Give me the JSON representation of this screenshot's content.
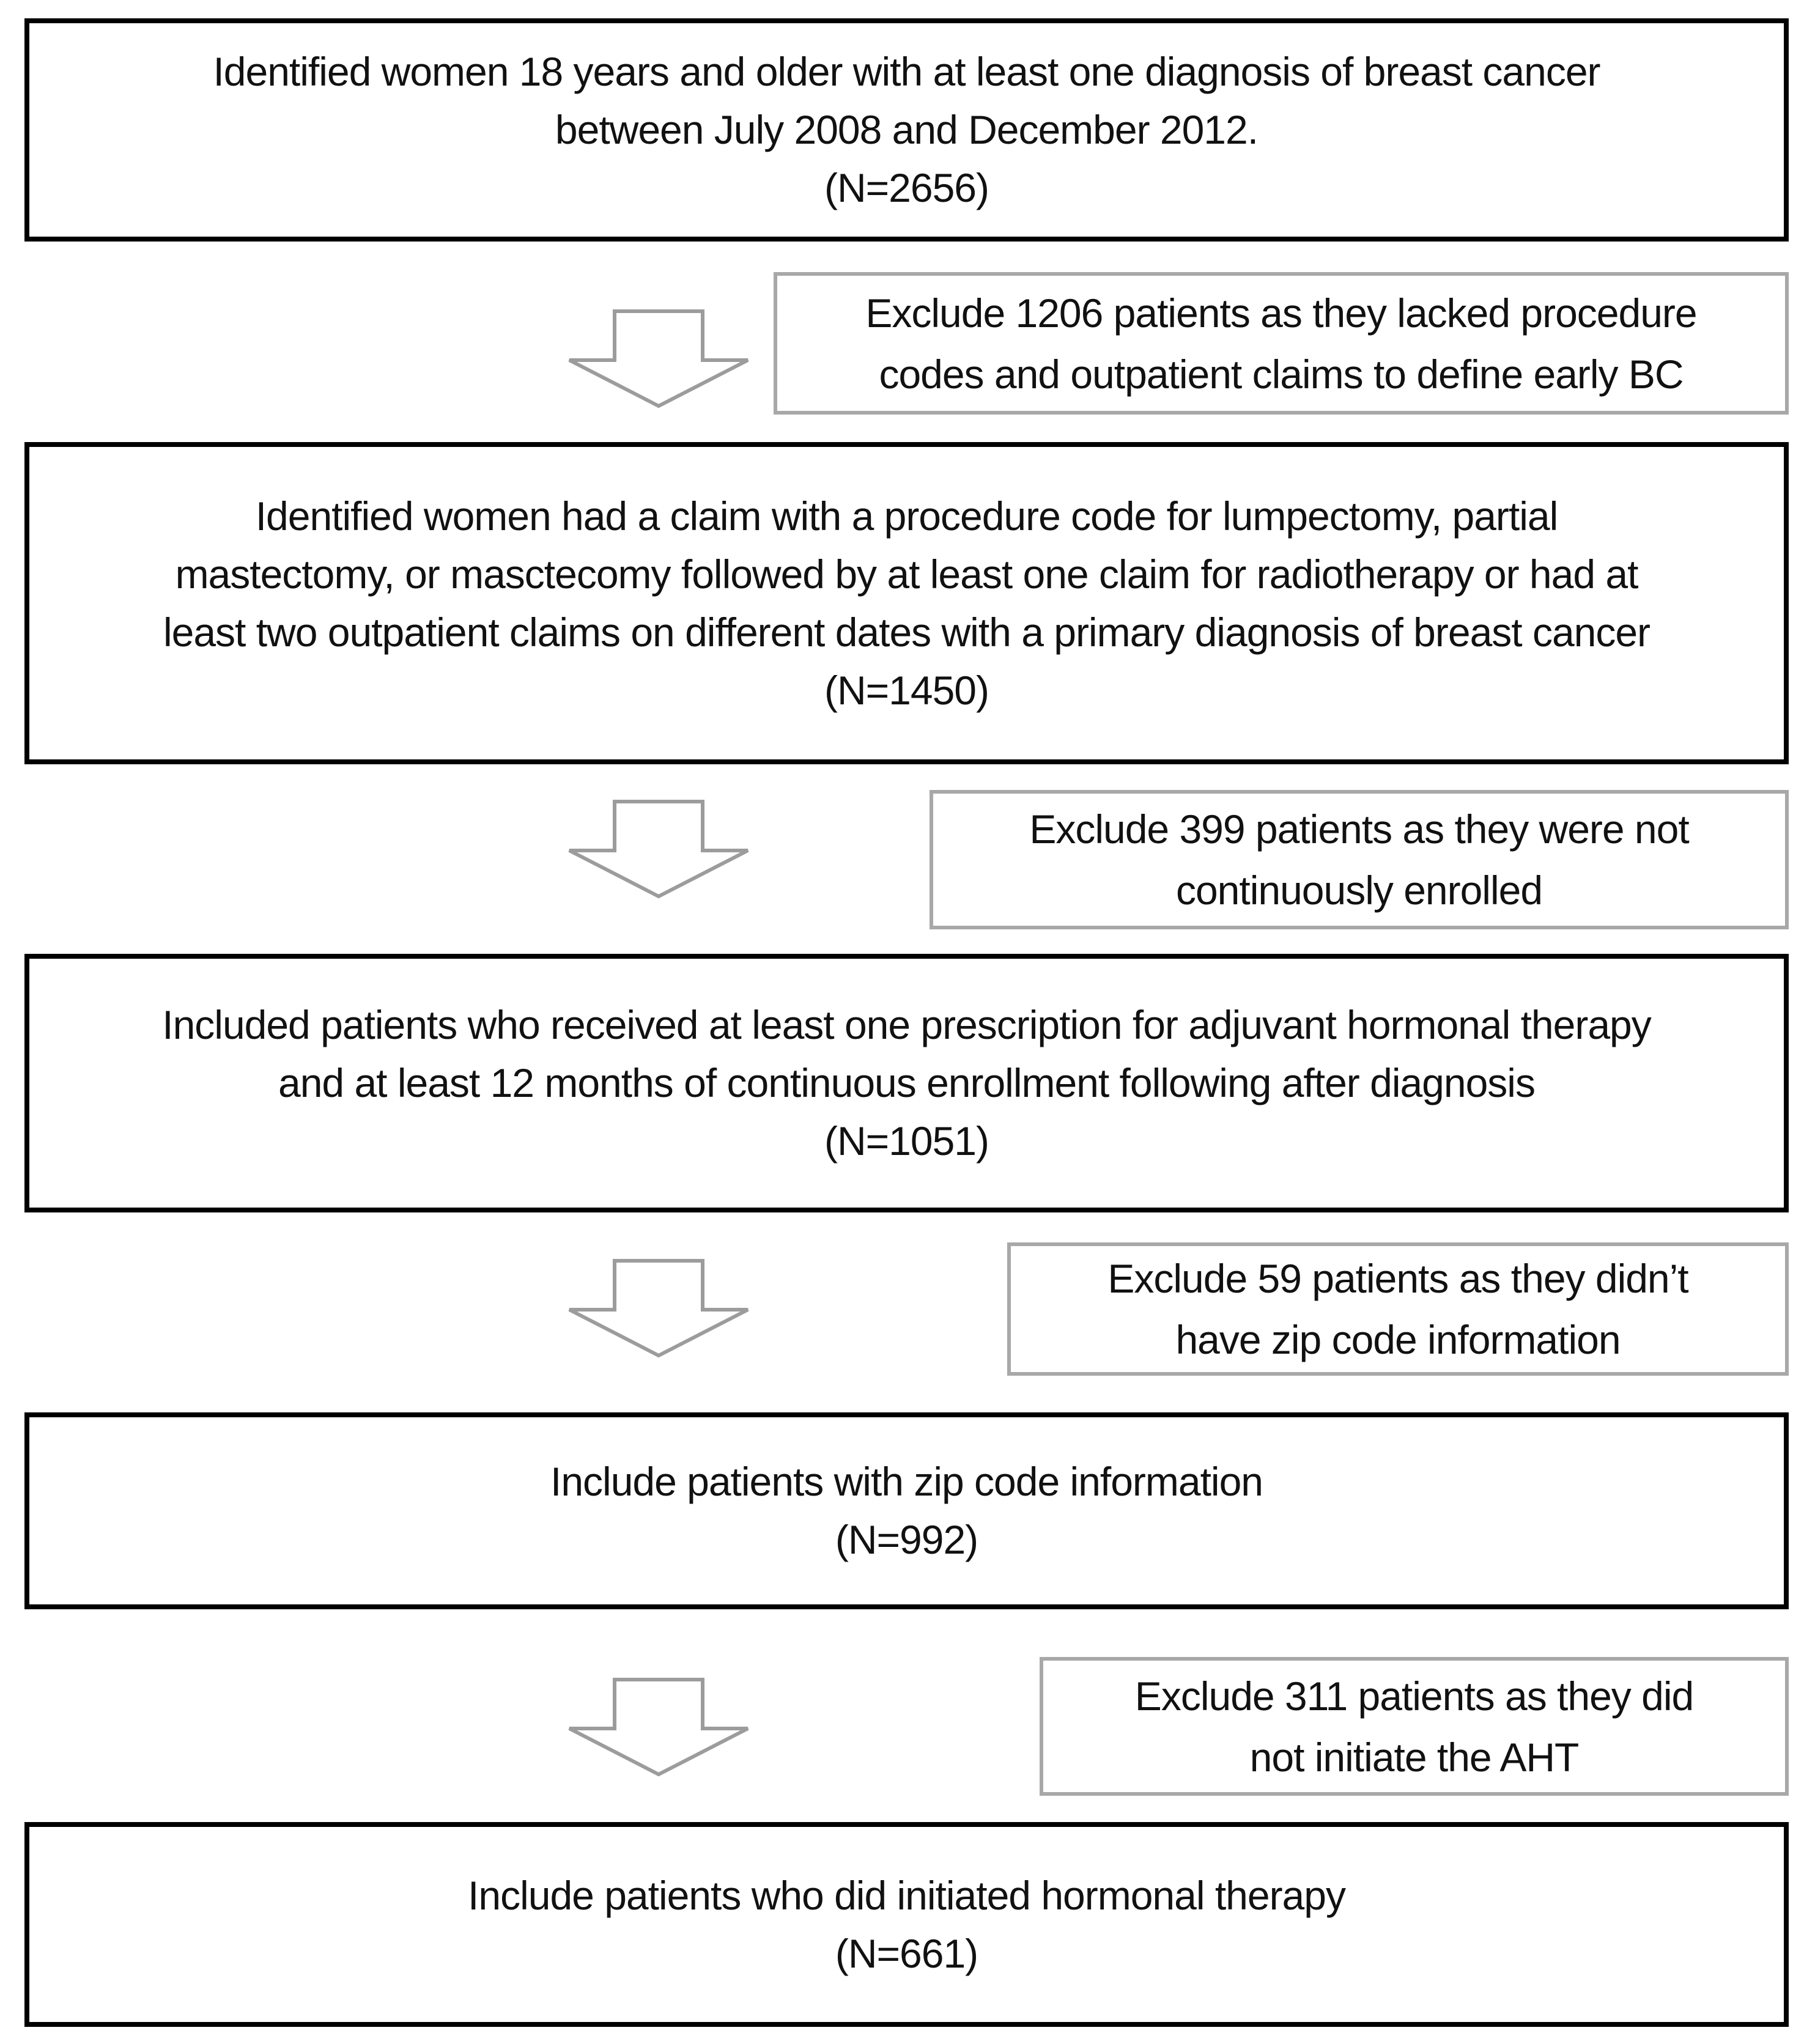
{
  "diagram": {
    "type": "patient-selection-flowchart",
    "colors": {
      "main_box_border": "#000000",
      "exclusion_box_border": "#a8a8a8",
      "arrow_outline": "#9c9c9c",
      "text": "#111111",
      "background": "#ffffff"
    },
    "arrow_icon": "down-arrow-icon",
    "main_boxes": [
      {
        "n": "2656",
        "lines": [
          "Identified women 18 years and older with at least one diagnosis of breast cancer",
          "between July 2008 and December 2012.",
          "(N=2656)"
        ]
      },
      {
        "n": "1450",
        "lines": [
          "Identified women had a claim with a procedure code for lumpectomy, partial",
          "mastectomy, or masctecomy followed by at least one claim for radiotherapy or had at",
          "least two outpatient claims on different dates with a primary diagnosis of breast cancer",
          "(N=1450)"
        ]
      },
      {
        "n": "1051",
        "lines": [
          "Included patients who received at least one prescription for adjuvant hormonal therapy",
          "and  at least 12 months of continuous enrollment following after diagnosis",
          "(N=1051)"
        ]
      },
      {
        "n": "992",
        "lines": [
          "Include patients with zip code information",
          "(N=992)"
        ]
      },
      {
        "n": "661",
        "lines": [
          "Include patients who did initiated hormonal therapy",
          "(N=661)"
        ]
      }
    ],
    "exclusion_boxes": [
      {
        "excluded_n": "1206",
        "lines": [
          "Exclude 1206 patients as they lacked procedure",
          "codes and outpatient claims to define early BC"
        ]
      },
      {
        "excluded_n": "399",
        "lines": [
          "Exclude 399 patients as they were not",
          "continuously enrolled"
        ]
      },
      {
        "excluded_n": "59",
        "lines": [
          "Exclude 59 patients as they didn’t",
          "have zip code information"
        ]
      },
      {
        "excluded_n": "311",
        "lines": [
          "Exclude 311 patients as they did",
          "not initiate the AHT"
        ]
      }
    ]
  }
}
